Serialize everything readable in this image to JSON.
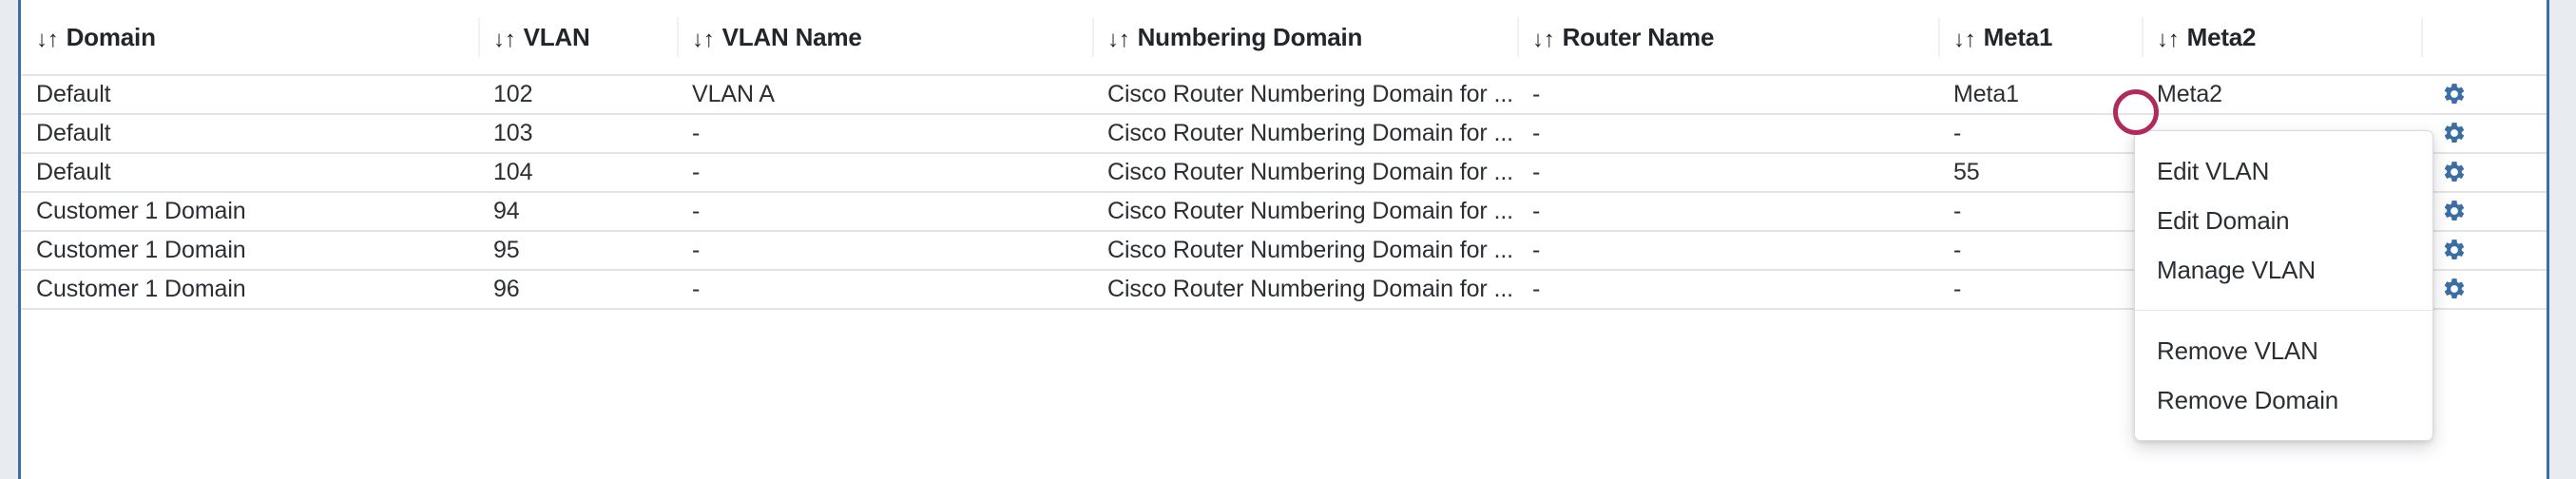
{
  "table": {
    "sort_icon": "sort-updown-icon",
    "columns": [
      {
        "key": "domain",
        "label": "Domain",
        "sortable": true
      },
      {
        "key": "vlan",
        "label": "VLAN",
        "sortable": true
      },
      {
        "key": "vlan_name",
        "label": "VLAN Name",
        "sortable": true
      },
      {
        "key": "numbering_domain",
        "label": "Numbering Domain",
        "sortable": true
      },
      {
        "key": "router_name",
        "label": "Router Name",
        "sortable": true
      },
      {
        "key": "meta1",
        "label": "Meta1",
        "sortable": true
      },
      {
        "key": "meta2",
        "label": "Meta2",
        "sortable": true
      },
      {
        "key": "actions",
        "label": "",
        "sortable": false
      }
    ],
    "rows": [
      {
        "domain": "Default",
        "vlan": "102",
        "vlan_name": "VLAN A",
        "numbering_domain": "Cisco Router Numbering Domain for ...",
        "router_name": "-",
        "meta1": "Meta1",
        "meta2": "Meta2",
        "action_icon": "gear-icon"
      },
      {
        "domain": "Default",
        "vlan": "103",
        "vlan_name": "-",
        "numbering_domain": "Cisco Router Numbering Domain for ...",
        "router_name": "-",
        "meta1": "-",
        "meta2": "",
        "action_icon": "gear-icon"
      },
      {
        "domain": "Default",
        "vlan": "104",
        "vlan_name": "-",
        "numbering_domain": "Cisco Router Numbering Domain for ...",
        "router_name": "-",
        "meta1": "55",
        "meta2": "",
        "action_icon": "gear-icon"
      },
      {
        "domain": "Customer 1 Domain",
        "vlan": "94",
        "vlan_name": "-",
        "numbering_domain": "Cisco Router Numbering Domain for ...",
        "router_name": "-",
        "meta1": "-",
        "meta2": "",
        "action_icon": "gear-icon"
      },
      {
        "domain": "Customer 1 Domain",
        "vlan": "95",
        "vlan_name": "-",
        "numbering_domain": "Cisco Router Numbering Domain for ...",
        "router_name": "-",
        "meta1": "-",
        "meta2": "",
        "action_icon": "gear-icon"
      },
      {
        "domain": "Customer 1 Domain",
        "vlan": "96",
        "vlan_name": "-",
        "numbering_domain": "Cisco Router Numbering Domain for ...",
        "router_name": "-",
        "meta1": "-",
        "meta2": "",
        "action_icon": "gear-icon"
      }
    ]
  },
  "action_menu": {
    "open": true,
    "groups": [
      {
        "items": [
          {
            "label": "Edit VLAN",
            "name": "menu-item-edit-vlan"
          },
          {
            "label": "Edit Domain",
            "name": "menu-item-edit-domain"
          },
          {
            "label": "Manage VLAN",
            "name": "menu-item-manage-vlan"
          }
        ]
      },
      {
        "items": [
          {
            "label": "Remove VLAN",
            "name": "menu-item-remove-vlan"
          },
          {
            "label": "Remove Domain",
            "name": "menu-item-remove-domain"
          }
        ]
      }
    ]
  },
  "annotation": {
    "type": "circle-highlight",
    "color": "#b02a5b"
  },
  "colors": {
    "gear_icon": "#3b6ea5",
    "frame_rule": "#3b6ea5",
    "page_background": "#e8ecf1",
    "row_border": "#e2e4e6",
    "text": "#2b2f33",
    "header_text": "#22262a",
    "annotation": "#b02a5b"
  }
}
